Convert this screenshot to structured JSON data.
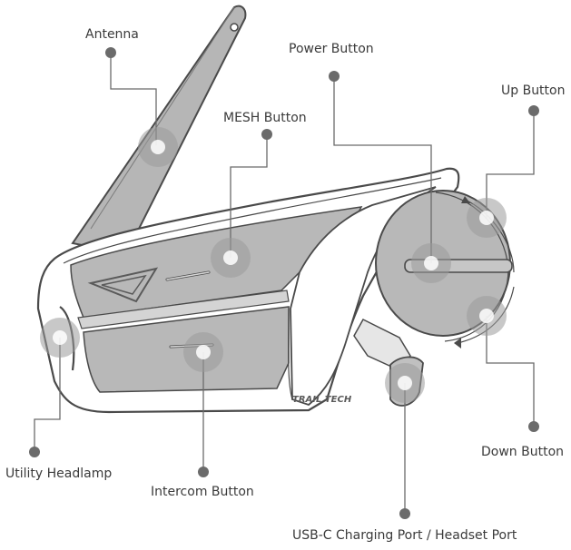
{
  "device": {
    "brand_text": "TRAIL TECH",
    "colors": {
      "body_fill": "#ffffff",
      "outline": "#4a4a4a",
      "panel_fill": "#b8b8b8",
      "dark_panel": "#8c8c8c",
      "callout": "#6b6b6b"
    }
  },
  "labels": {
    "antenna": "Antenna",
    "power_button": "Power Button",
    "up_button": "Up Button",
    "mesh_button": "MESH Button",
    "utility_headlamp": "Utility Headlamp",
    "intercom_button": "Intercom Button",
    "down_button": "Down Button",
    "usb_port": "USB-C Charging Port / Headset Port"
  }
}
